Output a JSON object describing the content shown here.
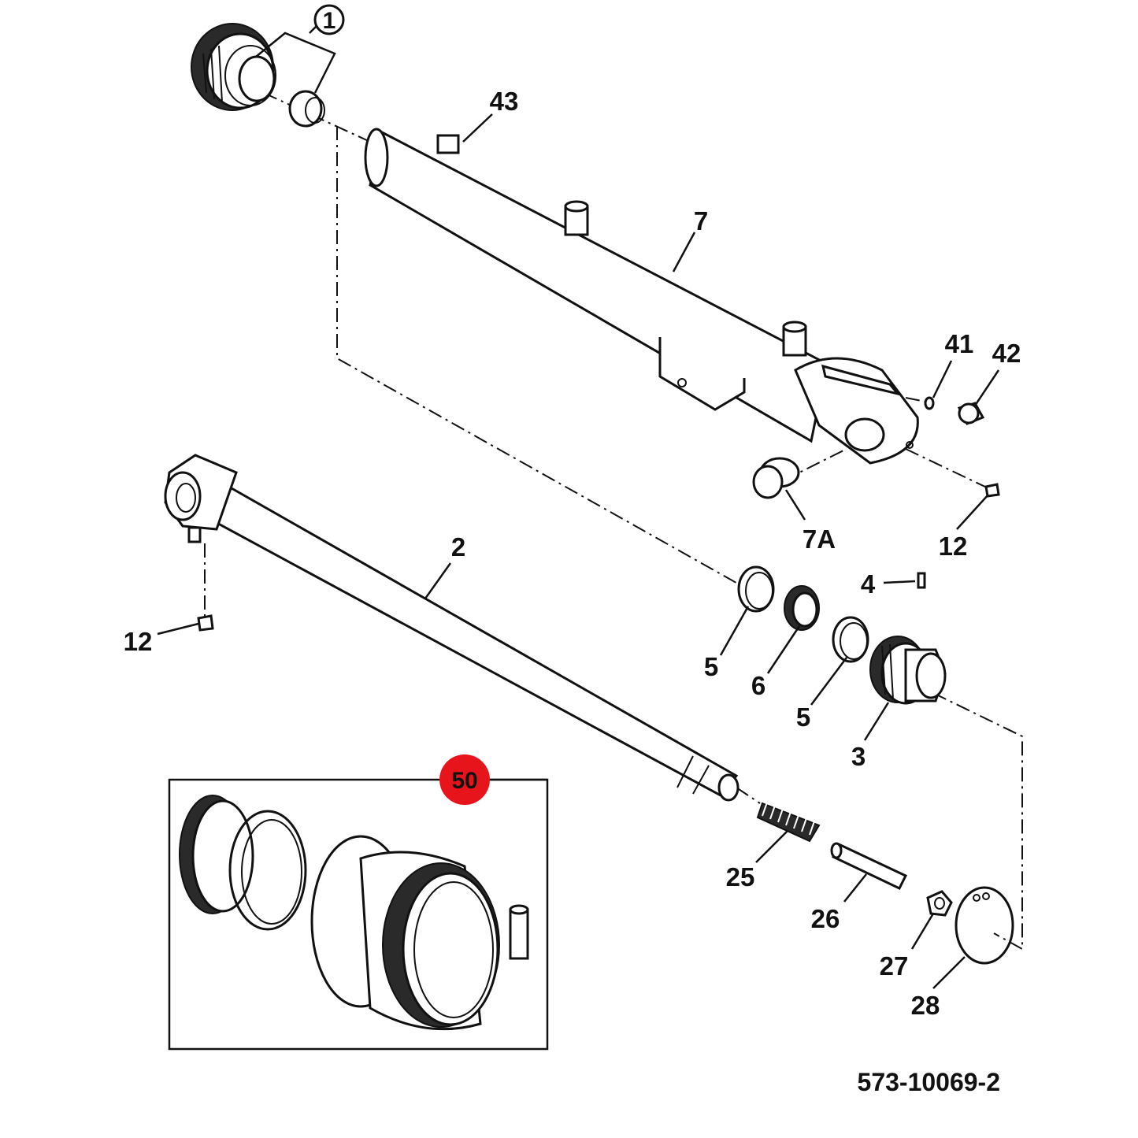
{
  "diagram": {
    "drawing_number": "573-10069-2",
    "kit_badge": "50",
    "callouts": {
      "c1": "1",
      "c2": "2",
      "c3": "3",
      "c4": "4",
      "c5a": "5",
      "c5b": "5",
      "c6": "6",
      "c7": "7",
      "c7a": "7A",
      "c12a": "12",
      "c12b": "12",
      "c25": "25",
      "c26": "26",
      "c27": "27",
      "c28": "28",
      "c41": "41",
      "c42": "42",
      "c43": "43"
    },
    "colors": {
      "badge": "#e8141b",
      "line": "#111111"
    }
  }
}
